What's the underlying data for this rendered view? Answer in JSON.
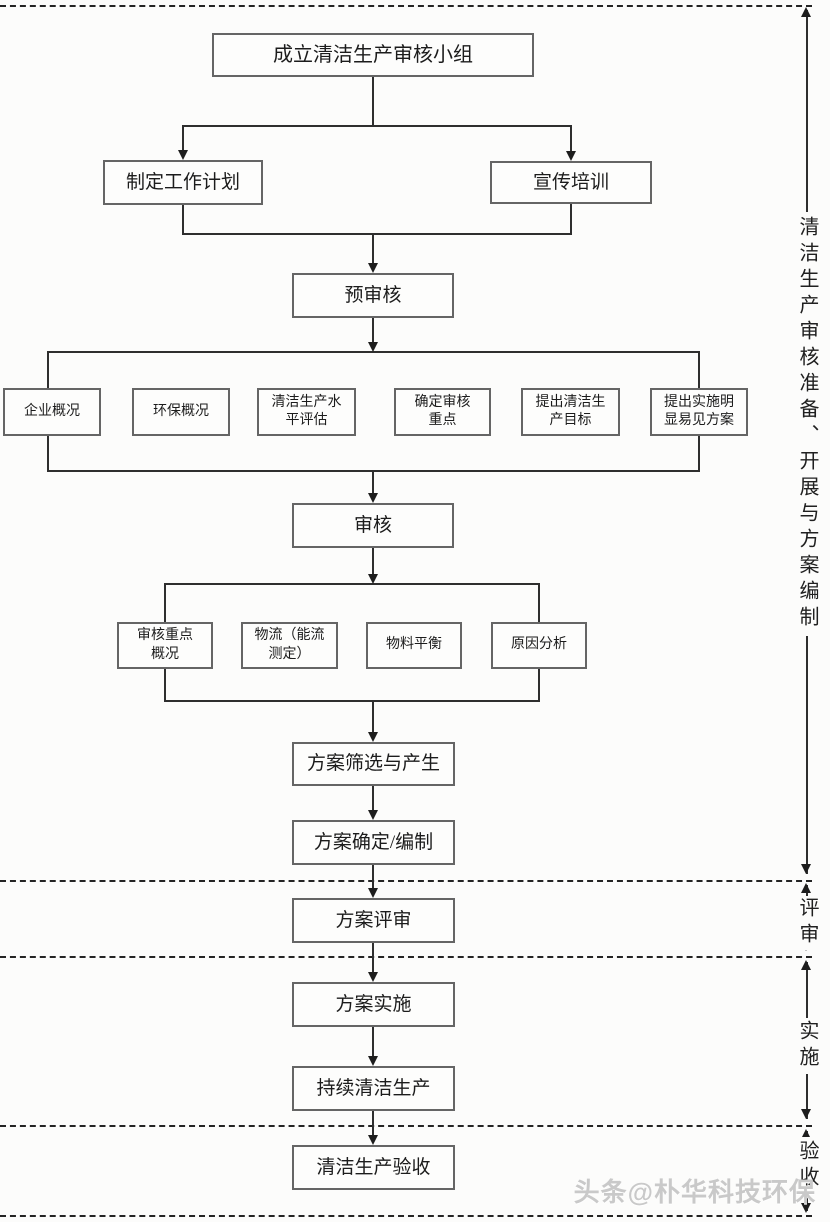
{
  "flowchart": {
    "nodes": {
      "team": "成立清洁生产审核小组",
      "work_plan": "制定工作计划",
      "training": "宣传培训",
      "pre_audit": "预审核",
      "enterprise_overview": "企业概况",
      "env_overview": "环保概况",
      "cp_level_assessment": "清洁生产水平评估",
      "audit_focus": "确定审核重点",
      "cp_goals": "提出清洁生产目标",
      "obvious_solutions": "提出实施明显易见方案",
      "audit": "审核",
      "focus_overview": "审核重点概况",
      "material_energy_flow": "物流（能流测定）",
      "material_balance": "物料平衡",
      "cause_analysis": "原因分析",
      "plan_screening": "方案筛选与产生",
      "plan_determination": "方案确定/编制",
      "plan_review": "方案评审",
      "plan_implementation": "方案实施",
      "continuous_cleaner_production": "持续清洁生产",
      "cleaner_production_acceptance": "清洁生产验收"
    },
    "phase_labels": {
      "preparation": "清洁生产审核准备、开展与方案编制",
      "review": "评审",
      "implementation": "实施",
      "acceptance": "验收"
    },
    "watermark": "头条@朴华科技环保",
    "colors": {
      "line": "#2e2e2e",
      "box_border": "#656565",
      "background": "#fcfcfb",
      "watermark": "#c9c9c9"
    }
  }
}
